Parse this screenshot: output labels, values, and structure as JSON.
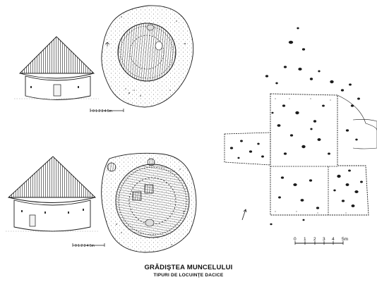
{
  "caption": {
    "title": "GRĂDIŞTEA MUNCELULUI",
    "subtitle": "TIPURI DE LOCUINŢE DACICE"
  },
  "scale_bars": {
    "small_top": "0 1 2 3 4 5m",
    "small_bottom": "0 1 2 3 4 5m",
    "large": [
      "0",
      "1",
      "2",
      "3",
      "4",
      "5m"
    ]
  },
  "figures": {
    "hut_top": "round-thatched-hut-drawing",
    "hut_bottom": "round-thatched-hut-drawing",
    "plan_top": "circular-dwelling-plan",
    "plan_bottom": "circular-dwelling-plan",
    "plan_right": "rectangular-dwelling-plan"
  }
}
